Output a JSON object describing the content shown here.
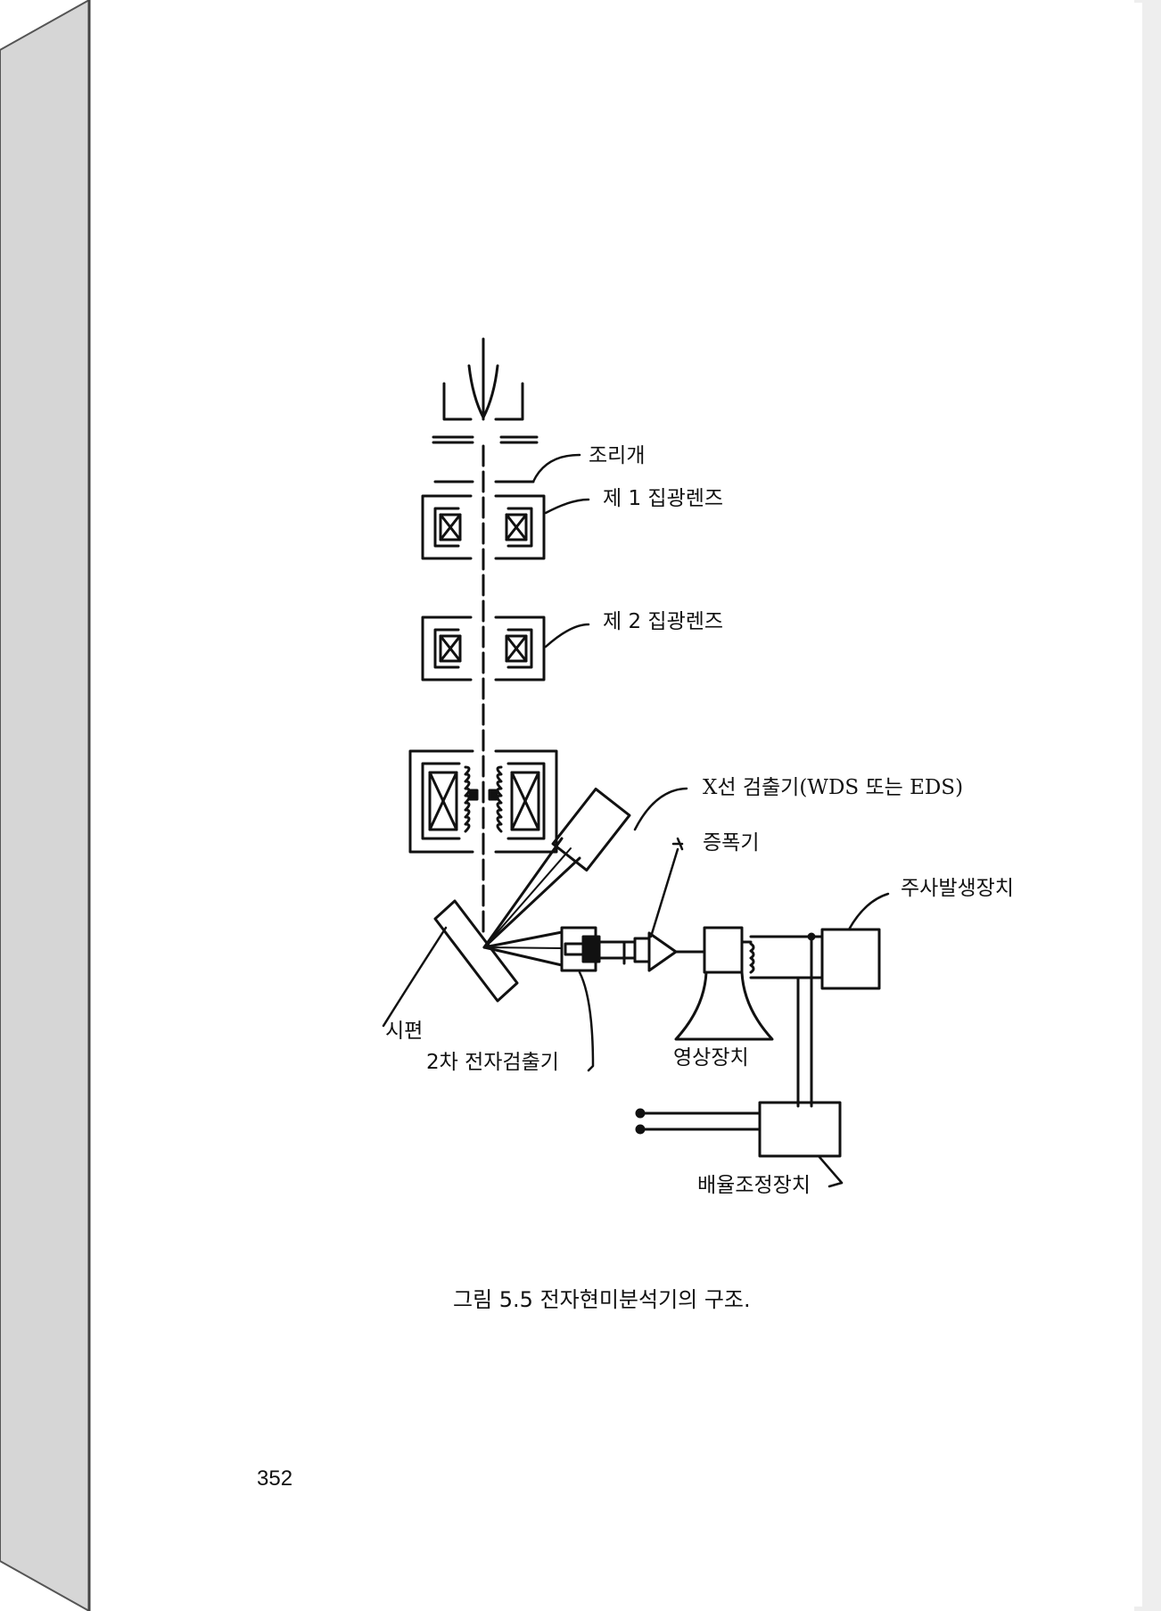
{
  "labels": {
    "aperture": "조리개",
    "condenser1": "제 1 집광렌즈",
    "condenser2": "제 2 집광렌즈",
    "xray_detector": "X선 검출기(WDS 또는 EDS)",
    "amplifier": "증폭기",
    "scan_generator": "주사발생장치",
    "specimen": "시편",
    "secondary_detector": "2차 전자검출기",
    "display": "영상장치",
    "magnification_control": "배율조정장치"
  },
  "caption": "그림 5.5  전자현미분석기의 구조.",
  "page_number": "352",
  "colors": {
    "ink": "#111111",
    "edge_gray": "#d6d6d6",
    "page": "#ffffff"
  }
}
